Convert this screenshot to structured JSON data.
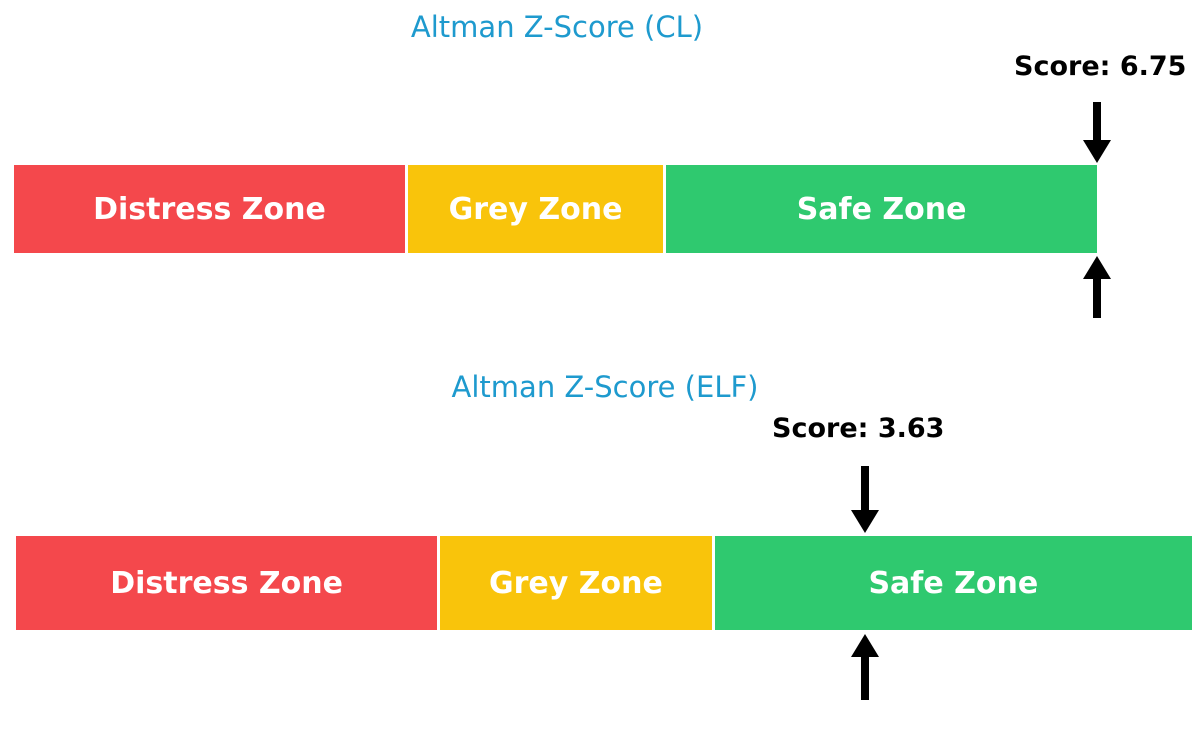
{
  "chart_data": [
    {
      "type": "bar",
      "title": "Altman Z-Score (CL)",
      "title_color": "#1E9ACE",
      "score": 6.75,
      "score_label": "Score: 6.75",
      "zones": [
        {
          "label": "Distress Zone",
          "color": "#F4484C",
          "width_pct": 36.3
        },
        {
          "label": "Grey Zone",
          "color": "#F9C40B",
          "width_pct": 23.7
        },
        {
          "label": "Safe Zone",
          "color": "#2FC96F",
          "width_pct": 40.0
        }
      ],
      "marker_x_pct": 100,
      "marker_color": "#000000",
      "legend": "none",
      "axis_labels_visible": false
    },
    {
      "type": "bar",
      "title": "Altman Z-Score (ELF)",
      "title_color": "#1E9ACE",
      "score": 3.63,
      "score_label": "Score: 3.63",
      "zones": [
        {
          "label": "Distress Zone",
          "color": "#F4484C",
          "width_pct": 36.0
        },
        {
          "label": "Grey Zone",
          "color": "#F9C40B",
          "width_pct": 23.2
        },
        {
          "label": "Safe Zone",
          "color": "#2FC96F",
          "width_pct": 40.8
        }
      ],
      "marker_x_pct": 72.2,
      "marker_color": "#000000",
      "legend": "none",
      "axis_labels_visible": false
    }
  ]
}
